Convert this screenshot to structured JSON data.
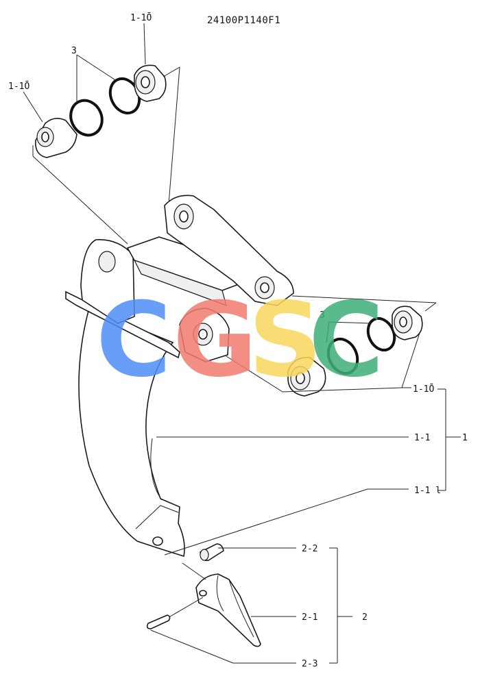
{
  "drawing_code": "24100P1140F1",
  "labels": {
    "bushing_top": "1-1Ō",
    "ring_top": "3",
    "bushing_left": "1-1Ō",
    "ring_right": "3",
    "bushing_right": "1-1Ō",
    "shank": "1-1",
    "shank_assy": "1",
    "plate": "1-1 l",
    "pin_upper": "2-2",
    "tooth": "2-1",
    "tooth_assy": "2",
    "pin_lower": "2-3"
  },
  "watermark": {
    "letters": [
      "C",
      "G",
      "S",
      "C"
    ],
    "colors": [
      "#4f8ef7",
      "#f07b6f",
      "#f9d65c",
      "#3fae78"
    ]
  }
}
